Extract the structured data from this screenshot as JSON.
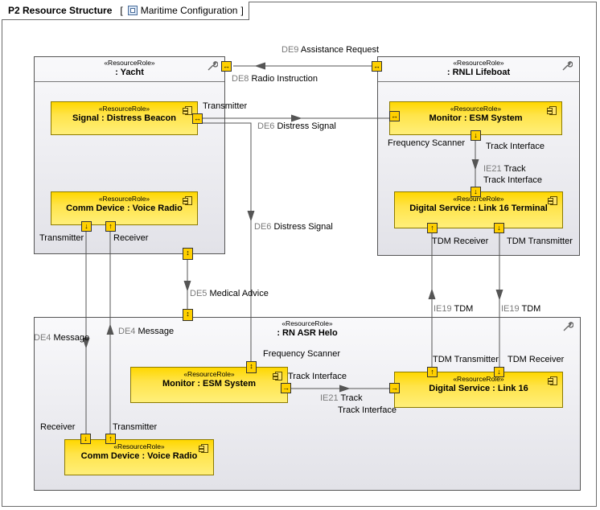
{
  "header": {
    "title": "P2 Resource Structure",
    "context_bracket_open": "[",
    "context": "Maritime Configuration",
    "context_bracket_close": "]"
  },
  "stereotype": "«ResourceRole»",
  "parts": {
    "yacht": ": Yacht",
    "rnli": ": RNLI Lifeboat",
    "helo": ": RN ASR Helo"
  },
  "components": {
    "yacht_signal": "Signal : Distress Beacon",
    "yacht_comm": "Comm Device : Voice Radio",
    "rnli_monitor": "Monitor : ESM System",
    "rnli_digital": "Digital Service : Link 16 Terminal",
    "helo_monitor": "Monitor : ESM System",
    "helo_digital": "Digital Service : Link 16",
    "helo_comm": "Comm Device : Voice Radio"
  },
  "port_labels": {
    "yacht_signal_transmitter": "Transmitter",
    "yacht_comm_transmitter": "Transmitter",
    "yacht_comm_receiver": "Receiver",
    "rnli_freq_scanner": "Frequency Scanner",
    "rnli_track_interface": "Track Interface",
    "rnli_tdm_receiver": "TDM Receiver",
    "rnli_tdm_transmitter": "TDM Transmitter",
    "helo_freq_scanner": "Frequency Scanner",
    "helo_track_interface": "Track Interface",
    "helo_tdm_transmitter": "TDM Transmitter",
    "helo_tdm_receiver": "TDM Receiver",
    "helo_receiver": "Receiver",
    "helo_transmitter": "Transmitter"
  },
  "exchanges": [
    {
      "id": "DE9",
      "label": "Assistance Request"
    },
    {
      "id": "DE8",
      "label": "Radio Instruction"
    },
    {
      "id": "DE6",
      "label": "Distress Signal"
    },
    {
      "id": "DE6",
      "label": "Distress Signal"
    },
    {
      "id": "IE21",
      "label": "Track"
    },
    {
      "id": "",
      "label": "Track Interface"
    },
    {
      "id": "DE5",
      "label": "Medical Advice"
    },
    {
      "id": "DE4",
      "label": "Message"
    },
    {
      "id": "DE4",
      "label": "Message"
    },
    {
      "id": "IE19",
      "label": "TDM"
    },
    {
      "id": "IE19",
      "label": "TDM"
    },
    {
      "id": "IE21",
      "label": "Track"
    },
    {
      "id": "",
      "label": "Track Interface"
    }
  ],
  "colors": {
    "component_fill": "#ffe44a",
    "port_fill": "#ffd000",
    "part_fill": "#e9e9ee"
  }
}
